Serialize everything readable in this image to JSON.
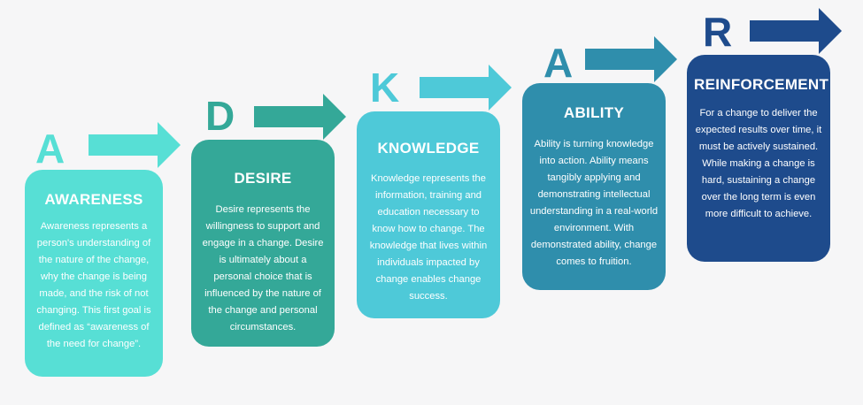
{
  "steps": [
    {
      "letter": "A",
      "title": "AWARENESS",
      "description": "Awareness represents a person's understanding of the nature of the change, why the change is being made, and the risk of not changing. This first goal is defined as “awareness of the need for change”.",
      "color": "#57dfd5",
      "arrow_color": "#57dfd5",
      "letter_color": "#57dfd5"
    },
    {
      "letter": "D",
      "title": "DESIRE",
      "description": "Desire represents the willingness to support and engage in a change. Desire is ultimately about a personal choice that is influenced by the nature of the change and personal circumstances.",
      "color": "#34a898",
      "arrow_color": "#34a898",
      "letter_color": "#34a898"
    },
    {
      "letter": "K",
      "title": "KNOWLEDGE",
      "description": "Knowledge represents the information, training and education necessary to know how to change. The knowledge that lives within individuals impacted by change enables change success.",
      "color": "#4ec9d8",
      "arrow_color": "#4ec9d8",
      "letter_color": "#4ec9d8"
    },
    {
      "letter": "A",
      "title": "ABILITY",
      "description": "Ability is turning knowledge into action. Ability means tangibly applying and demonstrating intellectual understanding in a real-world environment. With demonstrated ability, change comes to fruition.",
      "color": "#2f8eac",
      "arrow_color": "#2f8eac",
      "letter_color": "#2f8eac"
    },
    {
      "letter": "R",
      "title": "REINFORCEMENT",
      "description": "For a change to deliver the expected results over time, it must be actively sustained. While making a change is hard, sustaining a change over the long term is even more difficult to achieve.",
      "color": "#1e4b8c",
      "arrow_color": "#1e4b8c",
      "letter_color": "#1e4b8c"
    }
  ]
}
